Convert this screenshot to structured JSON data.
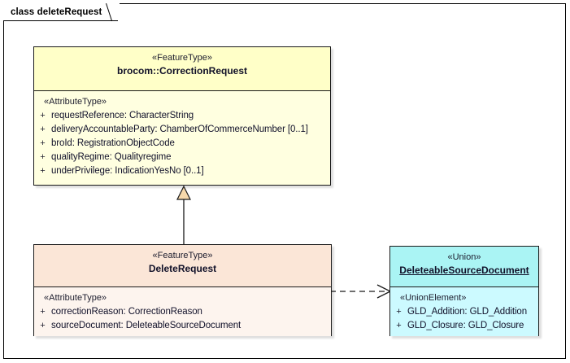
{
  "frame": {
    "label": "class deleteRequest"
  },
  "classes": [
    {
      "id": "correction-request",
      "stereotype": "«FeatureType»",
      "name": "brocom::CorrectionRequest",
      "name_underlined": false,
      "fill": "#ffffc8",
      "compartment_stereotype": "«AttributeType»",
      "attributes": [
        {
          "visibility": "+",
          "text": "requestReference: CharacterString"
        },
        {
          "visibility": "+",
          "text": "deliveryAccountableParty: ChamberOfCommerceNumber [0..1]"
        },
        {
          "visibility": "+",
          "text": "broId: RegistrationObjectCode"
        },
        {
          "visibility": "+",
          "text": "qualityRegime: Qualityregime"
        },
        {
          "visibility": "+",
          "text": "underPrivilege: IndicationYesNo [0..1]"
        }
      ]
    },
    {
      "id": "delete-request",
      "stereotype": "«FeatureType»",
      "name": "DeleteRequest",
      "name_underlined": false,
      "fill": "#fbe6d7",
      "compartment_stereotype": "«AttributeType»",
      "attributes": [
        {
          "visibility": "+",
          "text": "correctionReason: CorrectionReason"
        },
        {
          "visibility": "+",
          "text": "sourceDocument: DeleteableSourceDocument"
        }
      ]
    },
    {
      "id": "deleteable-source-document",
      "stereotype": "«Union»",
      "name": "DeleteableSourceDocument",
      "name_underlined": true,
      "fill": "#aaf4f4",
      "compartment_stereotype": "«UnionElement»",
      "attributes": [
        {
          "visibility": "+",
          "text": "GLD_Addition: GLD_Addition"
        },
        {
          "visibility": "+",
          "text": "GLD_Closure: GLD_Closure"
        }
      ]
    }
  ],
  "connectors": [
    {
      "id": "generalization",
      "kind": "generalization",
      "from": "DeleteRequest",
      "to": "brocom::CorrectionRequest",
      "line_style": "solid",
      "arrowhead": "closed-triangle",
      "arrow_fill": "#f6d8ab"
    },
    {
      "id": "dependency",
      "kind": "dependency",
      "from": "DeleteRequest",
      "to": "DeleteableSourceDocument",
      "line_style": "dashed",
      "arrowhead": "open-arrow",
      "arrow_fill": "none"
    }
  ],
  "colors": {
    "feature_type_fill": "#ffffc8",
    "delete_request_fill": "#fbe6d7",
    "union_fill": "#aaf4f4",
    "border": "#1a1a1a",
    "text": "#11112a",
    "canvas": "#ffffff"
  }
}
